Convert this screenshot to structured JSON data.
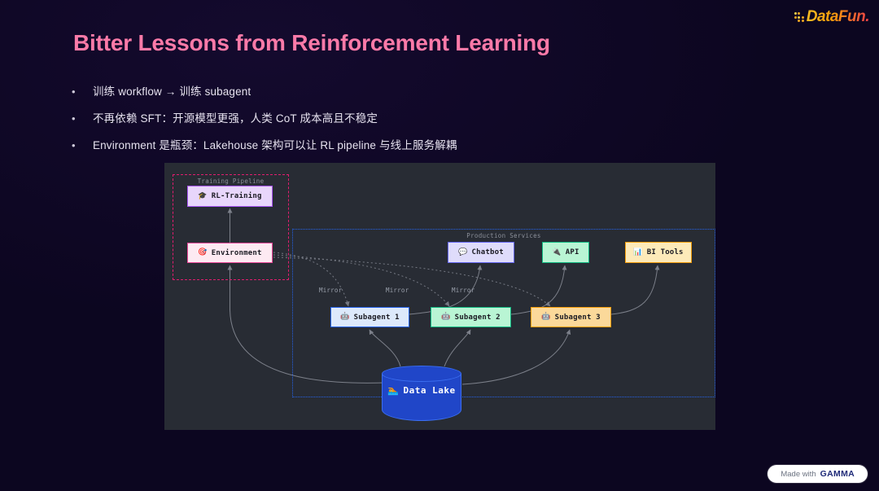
{
  "brand": {
    "logo_text": "DataFun.",
    "logo_icon": "dots-icon"
  },
  "slide": {
    "title": "Bitter Lessons from Reinforcement Learning",
    "title_color": "#fb7aa8",
    "background_color": "#0c0620",
    "bullet_marker": "•"
  },
  "bullets": [
    "训练 workflow → 训练 subagent",
    "不再依赖 SFT：开源模型更强，人类 CoT 成本高且不稳定",
    "Environment 是瓶颈：Lakehouse 架构可以让 RL pipeline 与线上服务解耦"
  ],
  "diagram": {
    "panel_background": "#282c34",
    "groups": [
      {
        "id": "training",
        "label": "Training Pipeline",
        "border_color": "#e11d6e",
        "border_style": "dashed"
      },
      {
        "id": "production",
        "label": "Production Services",
        "border_color": "#2563eb",
        "border_style": "dotted"
      }
    ],
    "nodes": [
      {
        "id": "rl-training",
        "label": "RL-Training",
        "icon": "🎓",
        "icon_name": "graduation-cap-icon",
        "fill": "#e8d6fb",
        "border": "#a855f7"
      },
      {
        "id": "environment",
        "label": "Environment",
        "icon": "🎯",
        "icon_name": "target-icon",
        "fill": "#fdeaf2",
        "border": "#ec4899"
      },
      {
        "id": "chatbot",
        "label": "Chatbot",
        "icon": "💬",
        "icon_name": "speech-bubble-icon",
        "fill": "#dfdcfb",
        "border": "#6366f1"
      },
      {
        "id": "api",
        "label": "API",
        "icon": "🔌",
        "icon_name": "plug-icon",
        "fill": "#b9f5d4",
        "border": "#10b981"
      },
      {
        "id": "bi-tools",
        "label": "BI Tools",
        "icon": "📊",
        "icon_name": "bar-chart-icon",
        "fill": "#fdeab9",
        "border": "#f59e0b"
      },
      {
        "id": "subagent-1",
        "label": "Subagent 1",
        "icon": "🤖",
        "icon_name": "robot-icon",
        "fill": "#dde9fb",
        "border": "#2563eb"
      },
      {
        "id": "subagent-2",
        "label": "Subagent 2",
        "icon": "🤖",
        "icon_name": "robot-icon",
        "fill": "#b9f5d4",
        "border": "#10b981"
      },
      {
        "id": "subagent-3",
        "label": "Subagent 3",
        "icon": "🤖",
        "icon_name": "robot-icon",
        "fill": "#fbd99a",
        "border": "#f59e0b"
      },
      {
        "id": "data-lake",
        "label": "Data Lake",
        "icon": "🏊",
        "icon_name": "swimmer-icon",
        "fill": "#2046c8",
        "border": "#3b6ef0",
        "shape": "cylinder"
      }
    ],
    "edge_labels": [
      "Mirror",
      "Mirror",
      "Mirror"
    ]
  },
  "footer": {
    "made_with": "Made with",
    "platform": "GAMMA"
  }
}
